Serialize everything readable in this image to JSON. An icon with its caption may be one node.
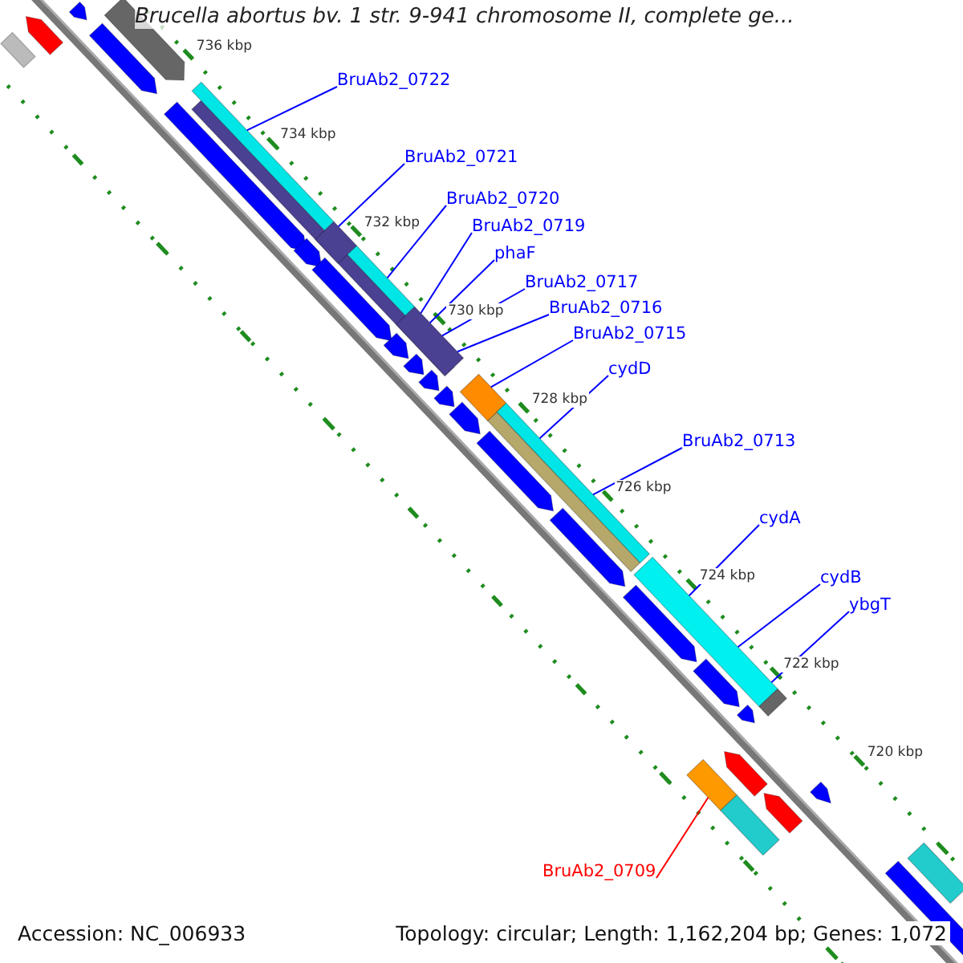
{
  "diagram": {
    "title": "Brucella abortus bv. 1 str. 9-941 chromosome II, complete ge...",
    "nodes": [
      {
        "text": [
          "BruAb2_0722"
        ]
      },
      {
        "text": [
          "BruAb2_0721"
        ]
      },
      {
        "text": [
          "BruAb2_0720"
        ]
      },
      {
        "text": [
          "BruAb2_0719"
        ]
      },
      {
        "text": [
          "phaF"
        ]
      },
      {
        "text": [
          "BruAb2_0717"
        ]
      },
      {
        "text": [
          "BruAb2_0716"
        ]
      },
      {
        "text": [
          "BruAb2_0715"
        ]
      },
      {
        "text": [
          "cydD"
        ]
      },
      {
        "text": [
          "BruAb2_0713"
        ]
      },
      {
        "text": [
          "cydA"
        ]
      },
      {
        "text": [
          "cydB"
        ]
      },
      {
        "text": [
          "ybgT"
        ]
      },
      {
        "text": [
          "BruAb2_0709"
        ]
      },
      {
        "text": [],
        "shape": "bar"
      },
      {
        "text": [],
        "shape": "bar"
      },
      {
        "text": [],
        "shape": "bar"
      },
      {
        "text": [],
        "shape": "bar"
      },
      {
        "text": [],
        "shape": "bar"
      },
      {
        "text": [],
        "shape": "bar"
      },
      {
        "text": [],
        "shape": "bar"
      },
      {
        "text": [],
        "shape": "bar"
      }
    ],
    "edges": [
      {
        "from": 0,
        "to": 14,
        "arrow": "none"
      },
      {
        "from": 1,
        "to": 15,
        "arrow": "none"
      },
      {
        "from": 2,
        "to": 16,
        "arrow": "none"
      },
      {
        "from": 3,
        "to": 17,
        "arrow": "none"
      },
      {
        "from": 4,
        "to": 17,
        "arrow": "none"
      },
      {
        "from": 5,
        "to": 17,
        "arrow": "none"
      },
      {
        "from": 6,
        "to": 17,
        "arrow": "none"
      },
      {
        "from": 7,
        "to": 18,
        "arrow": "none"
      },
      {
        "from": 8,
        "to": 19,
        "arrow": "none"
      },
      {
        "from": 9,
        "to": 19,
        "arrow": "none"
      },
      {
        "from": 10,
        "to": 20,
        "arrow": "none"
      },
      {
        "from": 11,
        "to": 20,
        "arrow": "none"
      },
      {
        "from": 12,
        "to": 20,
        "arrow": "none"
      },
      {
        "from": 13,
        "to": 21,
        "arrow": "none",
        "color": "#ff0000"
      }
    ],
    "labels": [
      "736 kbp",
      "734 kbp",
      "732 kbp",
      "730 kbp",
      "728 kbp",
      "726 kbp",
      "724 kbp",
      "722 kbp",
      "720 kbp",
      "Accession: NC_006933",
      "Topology: circular; Length: 1,162,204 bp; Genes: 1,072"
    ]
  }
}
